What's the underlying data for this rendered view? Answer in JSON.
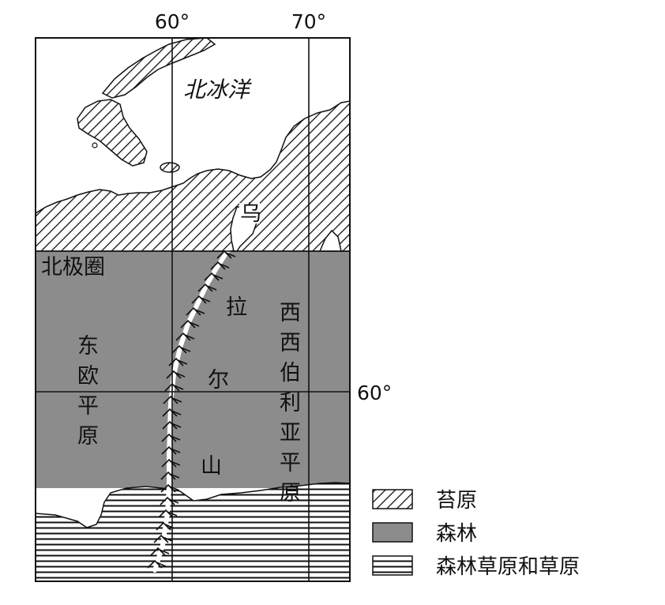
{
  "map": {
    "longitude_labels": {
      "lon_60": "60°",
      "lon_70": "70°"
    },
    "latitude_labels": {
      "lat_60": "60°"
    },
    "arctic_ocean": "北冰洋",
    "arctic_circle": "北极圈",
    "east_european_plain": [
      "东",
      "欧",
      "平",
      "原"
    ],
    "ural_mountains": [
      "乌",
      "拉",
      "尔",
      "山"
    ],
    "west_siberian_plain": [
      "西",
      "西",
      "伯",
      "利",
      "亚",
      "平",
      "原"
    ]
  },
  "legend": {
    "items": [
      {
        "label": "苔原",
        "pattern": "diagonal-hatch"
      },
      {
        "label": "森林",
        "pattern": "gray-fill"
      },
      {
        "label": "森林草原和草原",
        "pattern": "horizontal-lines"
      }
    ]
  },
  "colors": {
    "forest": "#8c8c8c",
    "ink": "#111111",
    "water": "#ffffff"
  }
}
